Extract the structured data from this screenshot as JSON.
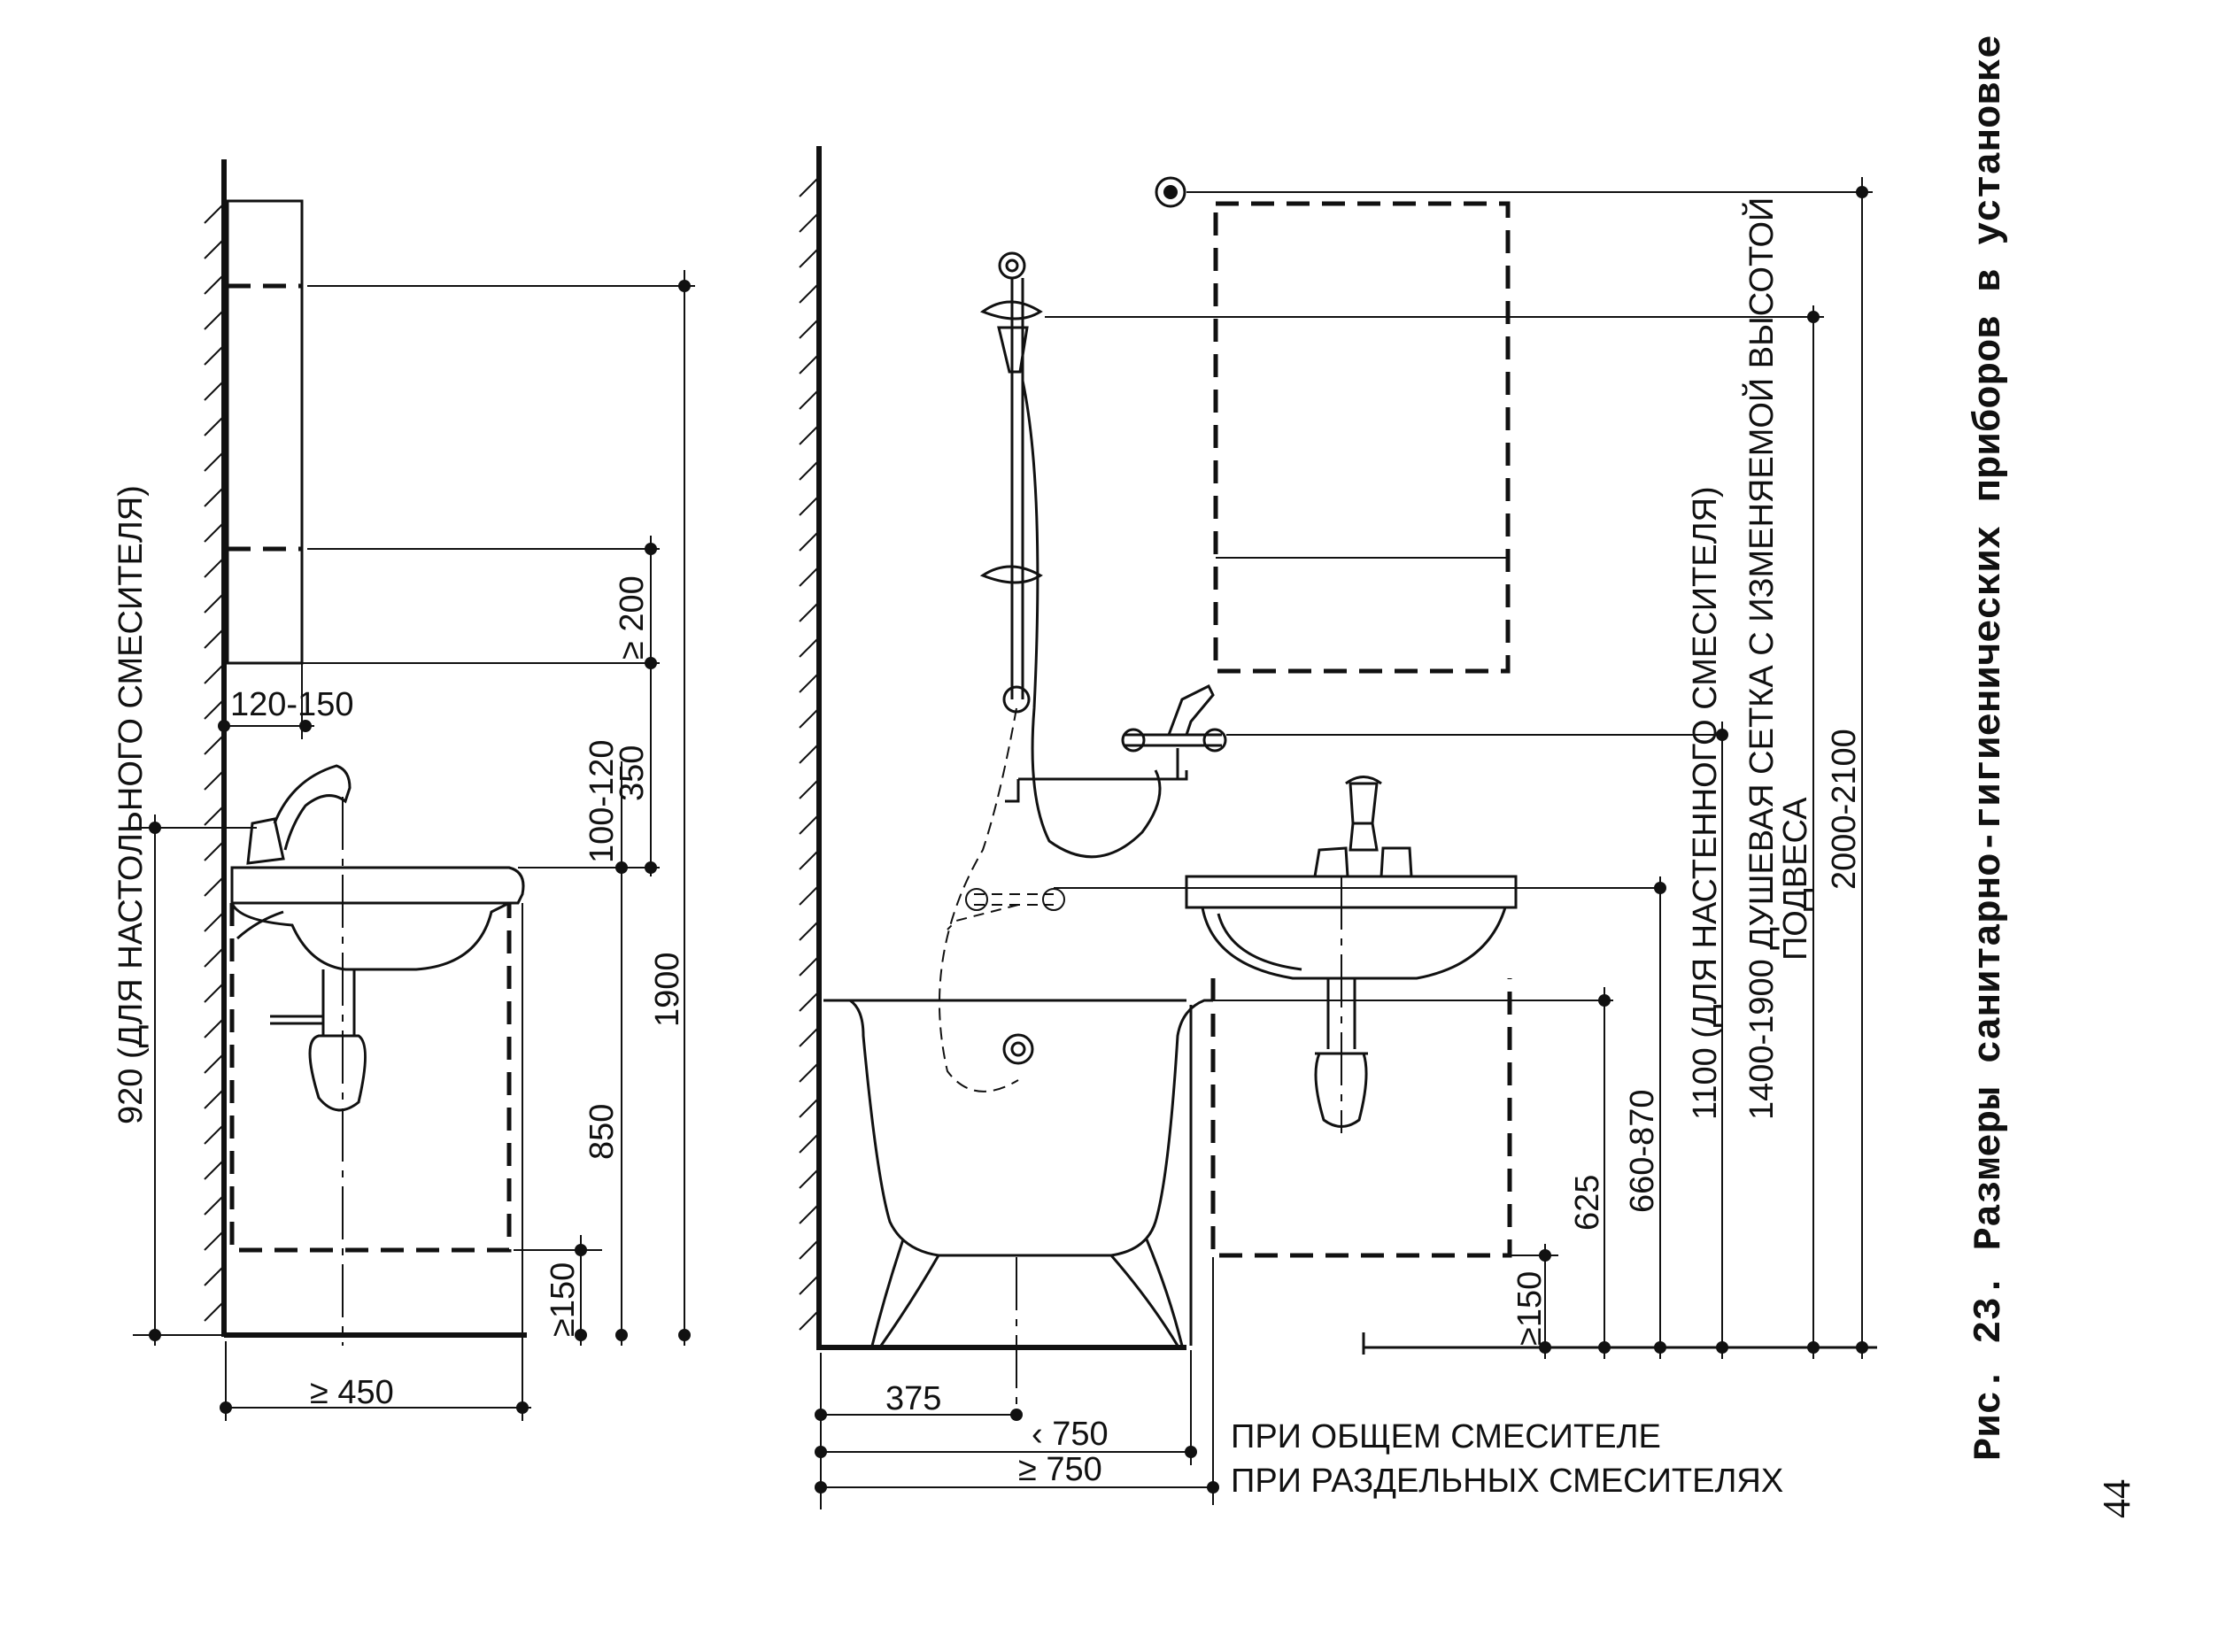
{
  "left_view": {
    "dim_120_150": "120-150",
    "dim_200": "≥ 200",
    "dim_350": "350",
    "dim_100_120": "100-120",
    "dim_1900": "1900",
    "dim_850": "850",
    "dim_150": "≥150",
    "dim_450": "≥ 450",
    "dim_920": "920  (ДЛЯ НАСТОЛЬНОГО СМЕСИТЕЛЯ)"
  },
  "right_view": {
    "dim_375": "375",
    "dim_lt750": "‹ 750",
    "dim_ge750": "≥ 750",
    "note_common_mixer": "ПРИ ОБЩЕМ СМЕСИТЕЛЕ",
    "note_separate_mixers": "ПРИ РАЗДЕЛЬНЫХ СМЕСИТЕЛЯХ",
    "dim_150": "≥150",
    "dim_625": "625",
    "dim_660_870": "660-870",
    "dim_1100": "1100 (ДЛЯ НАСТЕННОГО СМЕСИТЕЛЯ)",
    "dim_1400_1900": "1400-1900 ДУШЕВАЯ  СЕТКА С ИЗМЕНЯЕМОЙ ВЫСОТОЙ",
    "dim_1400_1900_line2": "ПОДВЕСА",
    "dim_2000_2100": "2000-2100"
  },
  "caption": "Рис. 23. Размеры санитарно-гигиенических приборов в установке",
  "page_number": "44"
}
